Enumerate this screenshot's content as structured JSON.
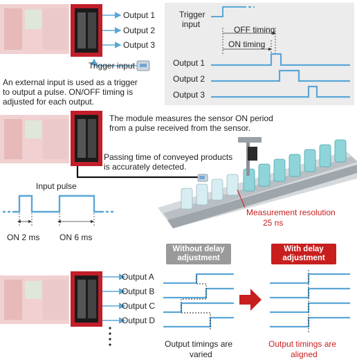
{
  "top": {
    "outputs": [
      "Output 1",
      "Output 2",
      "Output 3"
    ],
    "trigger_input_label": "Trigger input",
    "description": [
      "An external input is used as a trigger",
      "to output a pulse. ON/OFF timing is",
      "adjusted for each output."
    ],
    "timing_chart": {
      "trigger_label": [
        "Trigger",
        "input"
      ],
      "off_timing": "OFF timing",
      "on_timing": "ON timing",
      "outputs": [
        "Output 1",
        "Output 2",
        "Output 3"
      ]
    }
  },
  "middle": {
    "description": [
      "The module measures the sensor ON period",
      "from a pulse received from the sensor."
    ],
    "passing_note": [
      "Passing time of conveyed products",
      "is accurately detected."
    ],
    "input_pulse_label": "Input pulse",
    "on_2ms": "ON 2 ms",
    "on_6ms": "ON 6 ms",
    "resolution": [
      "Measurement resolution",
      "25 ns"
    ]
  },
  "bottom": {
    "outputs": [
      "Output A",
      "Output B",
      "Output C",
      "Output D"
    ],
    "without_badge": [
      "Without delay",
      "adjustment"
    ],
    "with_badge": [
      "With delay",
      "adjustment"
    ],
    "varied_caption": [
      "Output timings are",
      "varied"
    ],
    "aligned_caption": [
      "Output timings are",
      "aligned"
    ]
  },
  "colors": {
    "signal_blue": "#5aa6d6",
    "accent_red": "#c81e1e",
    "panel_gray": "#ececec",
    "badge_gray": "#9a9a9a"
  }
}
